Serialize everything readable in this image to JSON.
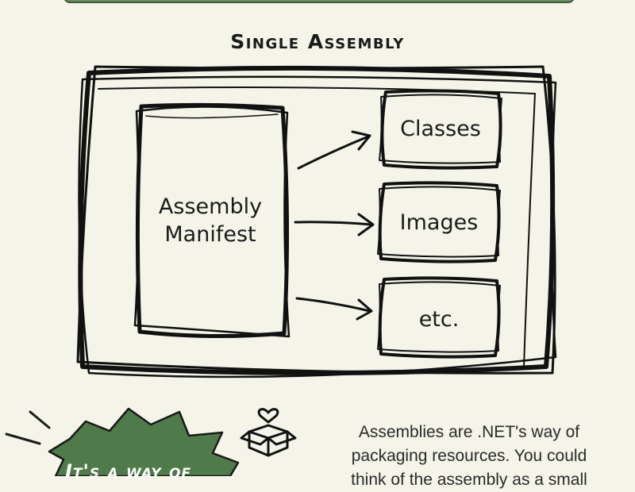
{
  "title": "Single Assembly",
  "diagram": {
    "manifest_label_line1": "Assembly",
    "manifest_label_line2": "Manifest",
    "boxes": [
      "Classes",
      "Images",
      "etc."
    ]
  },
  "caption": {
    "line1": "Assemblies are .NET's way of",
    "line2": "packaging resources. You could",
    "line3": "think of the assembly as a small"
  },
  "badge": {
    "text": "It's a way of"
  },
  "icons": {
    "gift": "gift-box-heart-icon",
    "sparkle": "emphasis-lines-icon"
  },
  "colors": {
    "background": "#f4f4e9",
    "accent_green": "#4f7a4a",
    "ink": "#1c1c1c"
  }
}
